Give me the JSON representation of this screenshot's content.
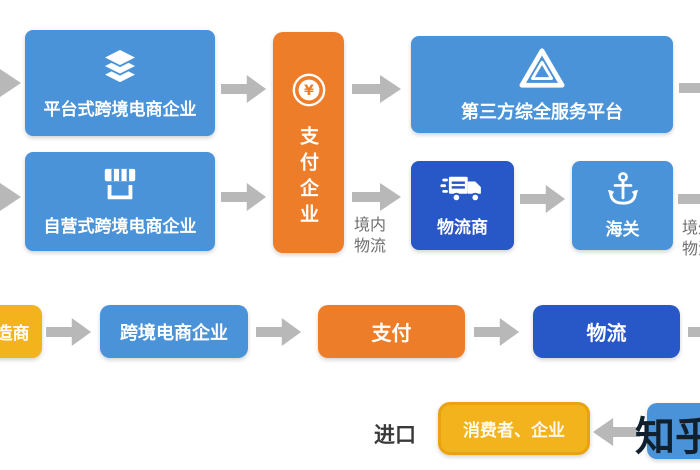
{
  "colors": {
    "light_blue": "#4a93d8",
    "dark_blue": "#2857c8",
    "orange": "#ee7d2a",
    "gold": "#f2b31c",
    "gold_border": "#e9a312",
    "arrow_gray": "#b8b8b8",
    "label_gray": "#6f6f6f",
    "watermark_navy": "#10202e"
  },
  "top_flow": {
    "platform_box": {
      "label": "平台式跨境电商企业",
      "icon": "layers-icon"
    },
    "self_operated_box": {
      "label": "自营式跨境电商企业",
      "icon": "storefront-icon"
    },
    "payment_company_box": {
      "label": "支付企业",
      "icon": "yuan-coin-icon"
    },
    "third_party_box": {
      "label": "第三方综全服务平台",
      "icon": "triangle-logo-icon"
    },
    "logistics_provider_box": {
      "label": "物流商",
      "icon": "truck-icon"
    },
    "customs_box": {
      "label": "海关",
      "icon": "anchor-icon"
    },
    "domestic_logistics_label": "境内物流",
    "overseas_logistics_label": "境外物流"
  },
  "bottom_flow": {
    "manufacturer_box": {
      "label": "制造商"
    },
    "ecommerce_box": {
      "label": "跨境电商企业"
    },
    "payment_box": {
      "label": "支付"
    },
    "logistics_box": {
      "label": "物流"
    },
    "import_label": "进口",
    "consumer_box": {
      "label": "消费者、企业"
    }
  },
  "watermark": "知乎"
}
